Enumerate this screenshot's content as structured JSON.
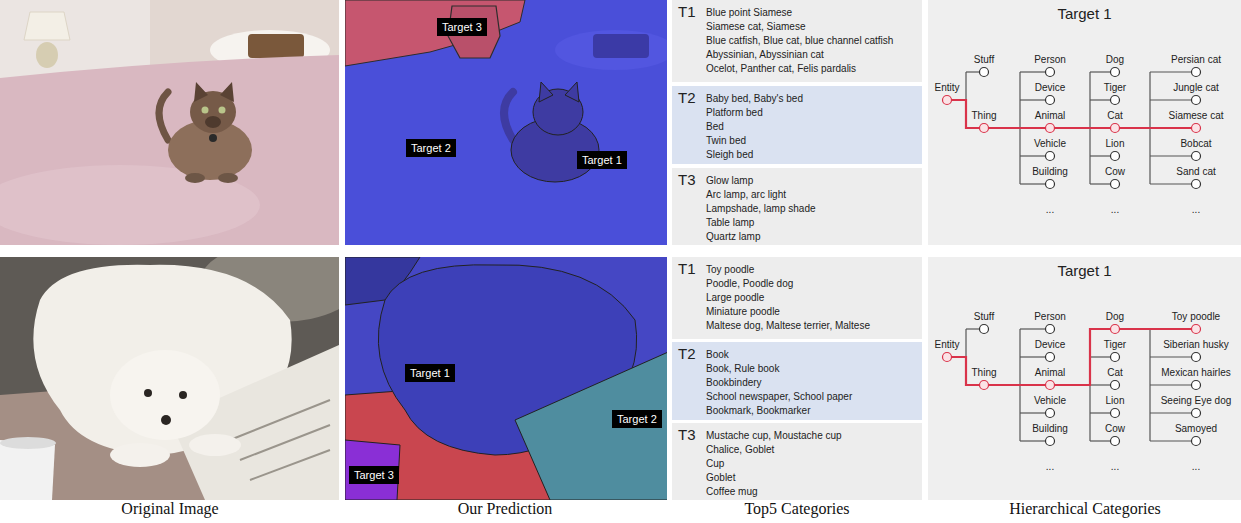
{
  "diagram": {
    "nodes": [
      {
        "text": [
          "Target 3"
        ]
      },
      {
        "text": [
          "Target 2"
        ]
      },
      {
        "text": [
          "Target 1"
        ]
      },
      {
        "text": [
          "T1",
          "Blue point Siamese",
          "Siamese cat, Siamese",
          "Blue catfish, Blue cat, blue channel catfish",
          "Abyssinian, Abyssinian cat",
          "Ocelot, Panther cat, Felis pardalis"
        ]
      },
      {
        "text": [
          "T2",
          "Baby bed, Baby's bed",
          "Platform bed",
          "Bed",
          "Twin bed",
          "Sleigh bed"
        ]
      },
      {
        "text": [
          "T3",
          "Glow lamp",
          "Arc lamp, arc light",
          "Lampshade, lamp shade",
          "Table lamp",
          "Quartz lamp"
        ]
      },
      {
        "text": [
          "Target 1"
        ]
      },
      {
        "text": [
          "Target 1"
        ]
      },
      {
        "text": [
          "Target 2"
        ]
      },
      {
        "text": [
          "Target 3"
        ]
      },
      {
        "text": [
          "T1",
          "Toy poodle",
          "Poodle, Poodle dog",
          "Large poodle",
          "Miniature poodle",
          "Maltese dog, Maltese terrier, Maltese"
        ]
      },
      {
        "text": [
          "T2",
          "Book",
          "Book, Rule book",
          "Bookbindery",
          "School newspaper, School paper",
          "Bookmark, Bookmarker"
        ]
      },
      {
        "text": [
          "T3",
          "Mustache cup, Moustache cup",
          "Chalice, Goblet",
          "Cup",
          "Goblet",
          "Coffee mug"
        ]
      },
      {
        "text": [
          "Target 1"
        ]
      }
    ],
    "labels": [
      "Entity",
      "Stuff",
      "Thing",
      "Person",
      "Device",
      "Animal",
      "Vehicle",
      "Building",
      "...",
      "Dog",
      "Tiger",
      "Cat",
      "Lion",
      "Cow",
      "...",
      "Persian cat",
      "Jungle cat",
      "Siamese cat",
      "Bobcat",
      "Sand cat",
      "...",
      "Entity",
      "Stuff",
      "Thing",
      "Person",
      "Device",
      "Animal",
      "Vehicle",
      "Building",
      "...",
      "Dog",
      "Tiger",
      "Cat",
      "Lion",
      "Cow",
      "...",
      "Toy poodle",
      "Siberian husky",
      "Mexican hairles",
      "Seeing Eye dog",
      "Samoyed",
      "...",
      "Original Image",
      "Our Prediction",
      "Top5 Categories",
      "Hierarchical Categories"
    ]
  }
}
